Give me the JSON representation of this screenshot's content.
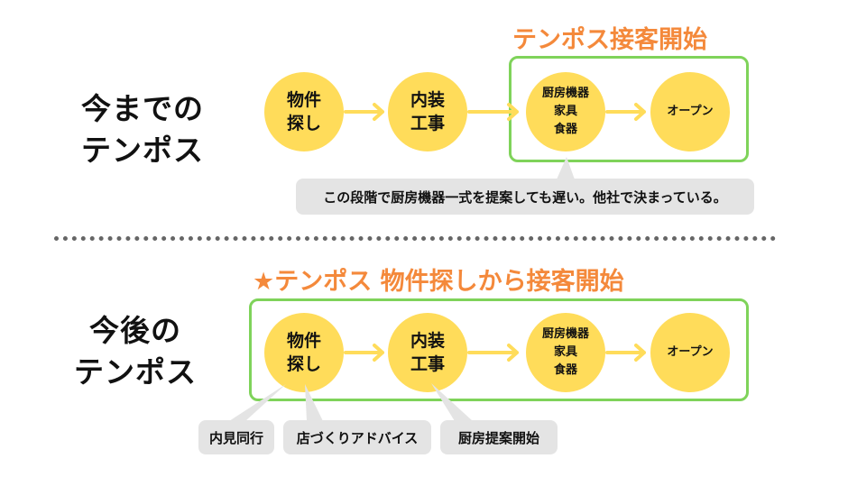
{
  "colors": {
    "heading": "#f4893b",
    "box_border": "#7fd35a",
    "step_fill": "#ffdc5a",
    "arrow": "#ffdc5a",
    "note_fill": "#e4e4e4",
    "divider": "#666666"
  },
  "top": {
    "label": "今までの\nテンポス",
    "heading": "テンポス接客開始",
    "steps": [
      "物件\n探し",
      "内装\n工事",
      "厨房機器\n家具\n食器",
      "オープン"
    ],
    "note": "この段階で厨房機器一式を提案しても遅い。他社で決まっている。"
  },
  "bottom": {
    "label": "今後の\nテンポス",
    "heading": "★テンポス 物件探しから接客開始",
    "steps": [
      "物件\n探し",
      "内装\n工事",
      "厨房機器\n家具\n食器",
      "オープン"
    ],
    "notes": [
      "内見同行",
      "店づくりアドバイス",
      "厨房提案開始"
    ]
  }
}
